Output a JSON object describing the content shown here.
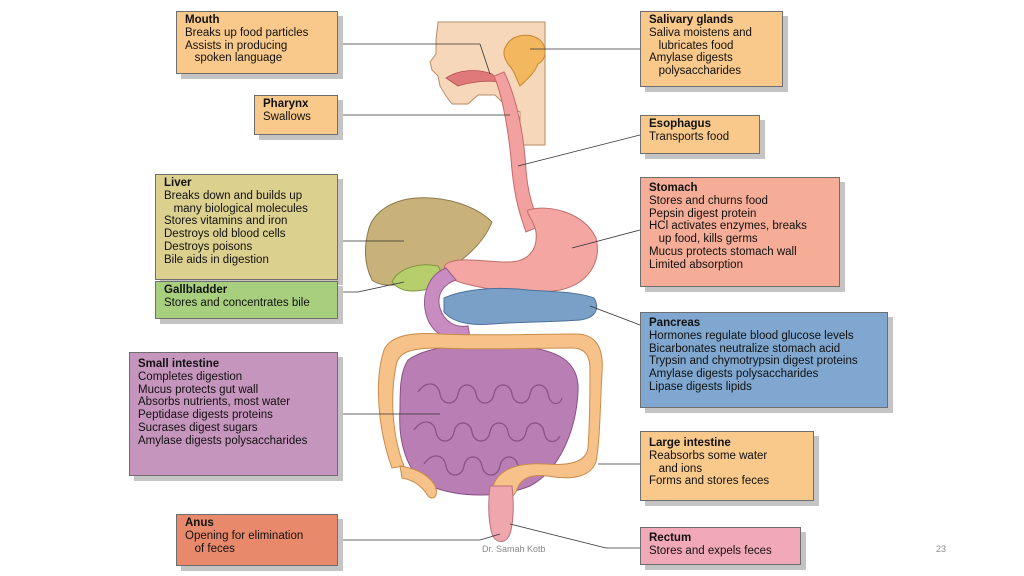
{
  "labels": {
    "mouth": {
      "title": "Mouth",
      "lines": [
        "Breaks up food particles",
        "Assists in producing",
        "   spoken language"
      ]
    },
    "pharynx": {
      "title": "Pharynx",
      "lines": [
        "Swallows"
      ]
    },
    "liver": {
      "title": "Liver",
      "lines": [
        "Breaks down and builds up",
        "   many biological molecules",
        "Stores vitamins and iron",
        "Destroys old blood cells",
        "Destroys poisons",
        "Bile aids in digestion"
      ]
    },
    "gallbladder": {
      "title": "Gallbladder",
      "lines": [
        "Stores and concentrates bile"
      ]
    },
    "small_intestine": {
      "title": "Small intestine",
      "lines": [
        "Completes digestion",
        "Mucus protects gut wall",
        "Absorbs nutrients, most water",
        "Peptidase digests proteins",
        "Sucrases digest sugars",
        "Amylase digests polysaccharides"
      ]
    },
    "anus": {
      "title": "Anus",
      "lines": [
        "Opening for elimination",
        "   of feces"
      ]
    },
    "salivary_glands": {
      "title": "Salivary glands",
      "lines": [
        "Saliva moistens and",
        "   lubricates food",
        "Amylase digests",
        "   polysaccharides"
      ]
    },
    "esophagus": {
      "title": "Esophagus",
      "lines": [
        "Transports food"
      ]
    },
    "stomach": {
      "title": "Stomach",
      "lines": [
        "Stores and churns food",
        "Pepsin digest protein",
        "HCl activates enzymes, breaks",
        "   up food, kills germs",
        "Mucus protects stomach wall",
        "Limited absorption"
      ]
    },
    "pancreas": {
      "title": "Pancreas",
      "lines": [
        "Hormones regulate blood glucose levels",
        "Bicarbonates neutralize stomach acid",
        "Trypsin and chymotrypsin digest proteins",
        "Amylase digests polysaccharides",
        "Lipase digests lipids"
      ]
    },
    "large_intestine": {
      "title": "Large intestine",
      "lines": [
        "Reabsorbs some water",
        "   and ions",
        "Forms and stores feces"
      ]
    },
    "rectum": {
      "title": "Rectum",
      "lines": [
        "Stores and expels feces"
      ]
    }
  },
  "footer": {
    "author": "Dr. Samah Kotb",
    "page": "23"
  },
  "colors": {
    "orange": "#f8c98b",
    "olive": "#dcd08f",
    "green": "#a8cf7e",
    "salmon": "#f5ad98",
    "blue": "#7fa7cf",
    "purple": "#c695bd",
    "rust": "#e9896b",
    "pink": "#f2a9b7"
  }
}
